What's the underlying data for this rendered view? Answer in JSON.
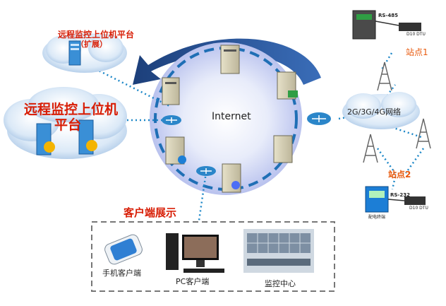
{
  "platform_ext": {
    "line1": "远程监控上位机平台",
    "line2": "（扩展）"
  },
  "platform_main": {
    "line1": "远程监控上位机",
    "line2": "平台"
  },
  "internet": {
    "label": "Internet"
  },
  "network": {
    "label": "2G/3G/4G网络"
  },
  "station1": {
    "label": "站点1",
    "device_label": "RS-485",
    "dtu_label": "D10 DTU"
  },
  "station2": {
    "label": "站点2",
    "device_label": "RS-232",
    "dtu_label": "D10 DTU",
    "terminal_label": "配电终端"
  },
  "clients": {
    "title": "客户端展示",
    "mobile": "手机客户端",
    "pc": "PC客户端",
    "center": "监控中心"
  },
  "colors": {
    "accent_red": "#d81e06",
    "station_orange": "#e8590c",
    "ring_blue": "#1f6fb5",
    "link_dot": "#1e88c8"
  }
}
